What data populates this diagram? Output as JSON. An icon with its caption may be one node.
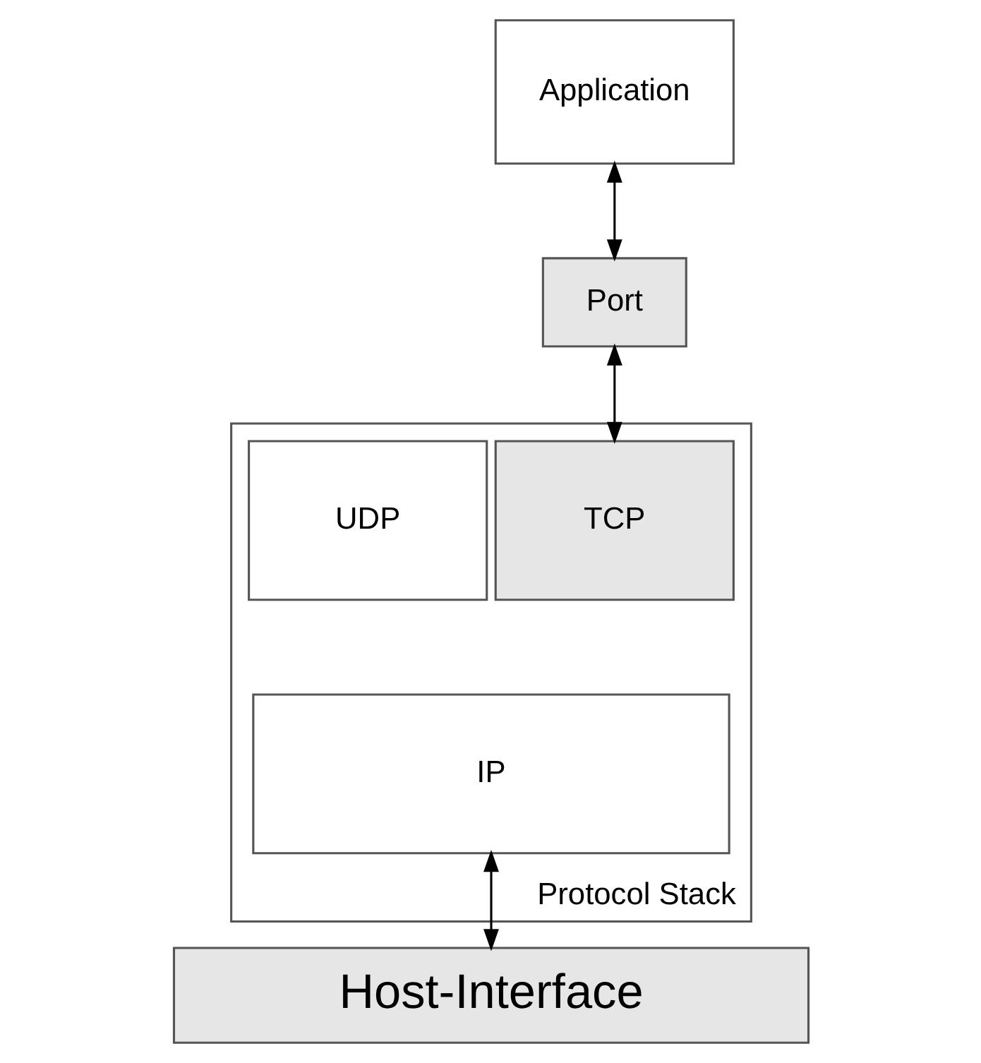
{
  "diagram": {
    "nodes": [
      {
        "text": [
          "Application"
        ]
      },
      {
        "text": [
          "Port"
        ]
      },
      {
        "text": [
          "Protocol Stack"
        ]
      },
      {
        "text": [
          "TCP"
        ],
        "in": 2
      },
      {
        "text": [
          "UDP"
        ],
        "in": 2
      },
      {
        "text": [
          "IP"
        ],
        "in": 2
      },
      {
        "text": [
          "Host-Interface"
        ]
      }
    ],
    "edges": [
      {
        "from": 0,
        "to": 1,
        "arrow": "both"
      },
      {
        "from": 1,
        "to": 3,
        "arrow": "both"
      },
      {
        "from": 5,
        "to": 6,
        "arrow": "both"
      }
    ]
  }
}
